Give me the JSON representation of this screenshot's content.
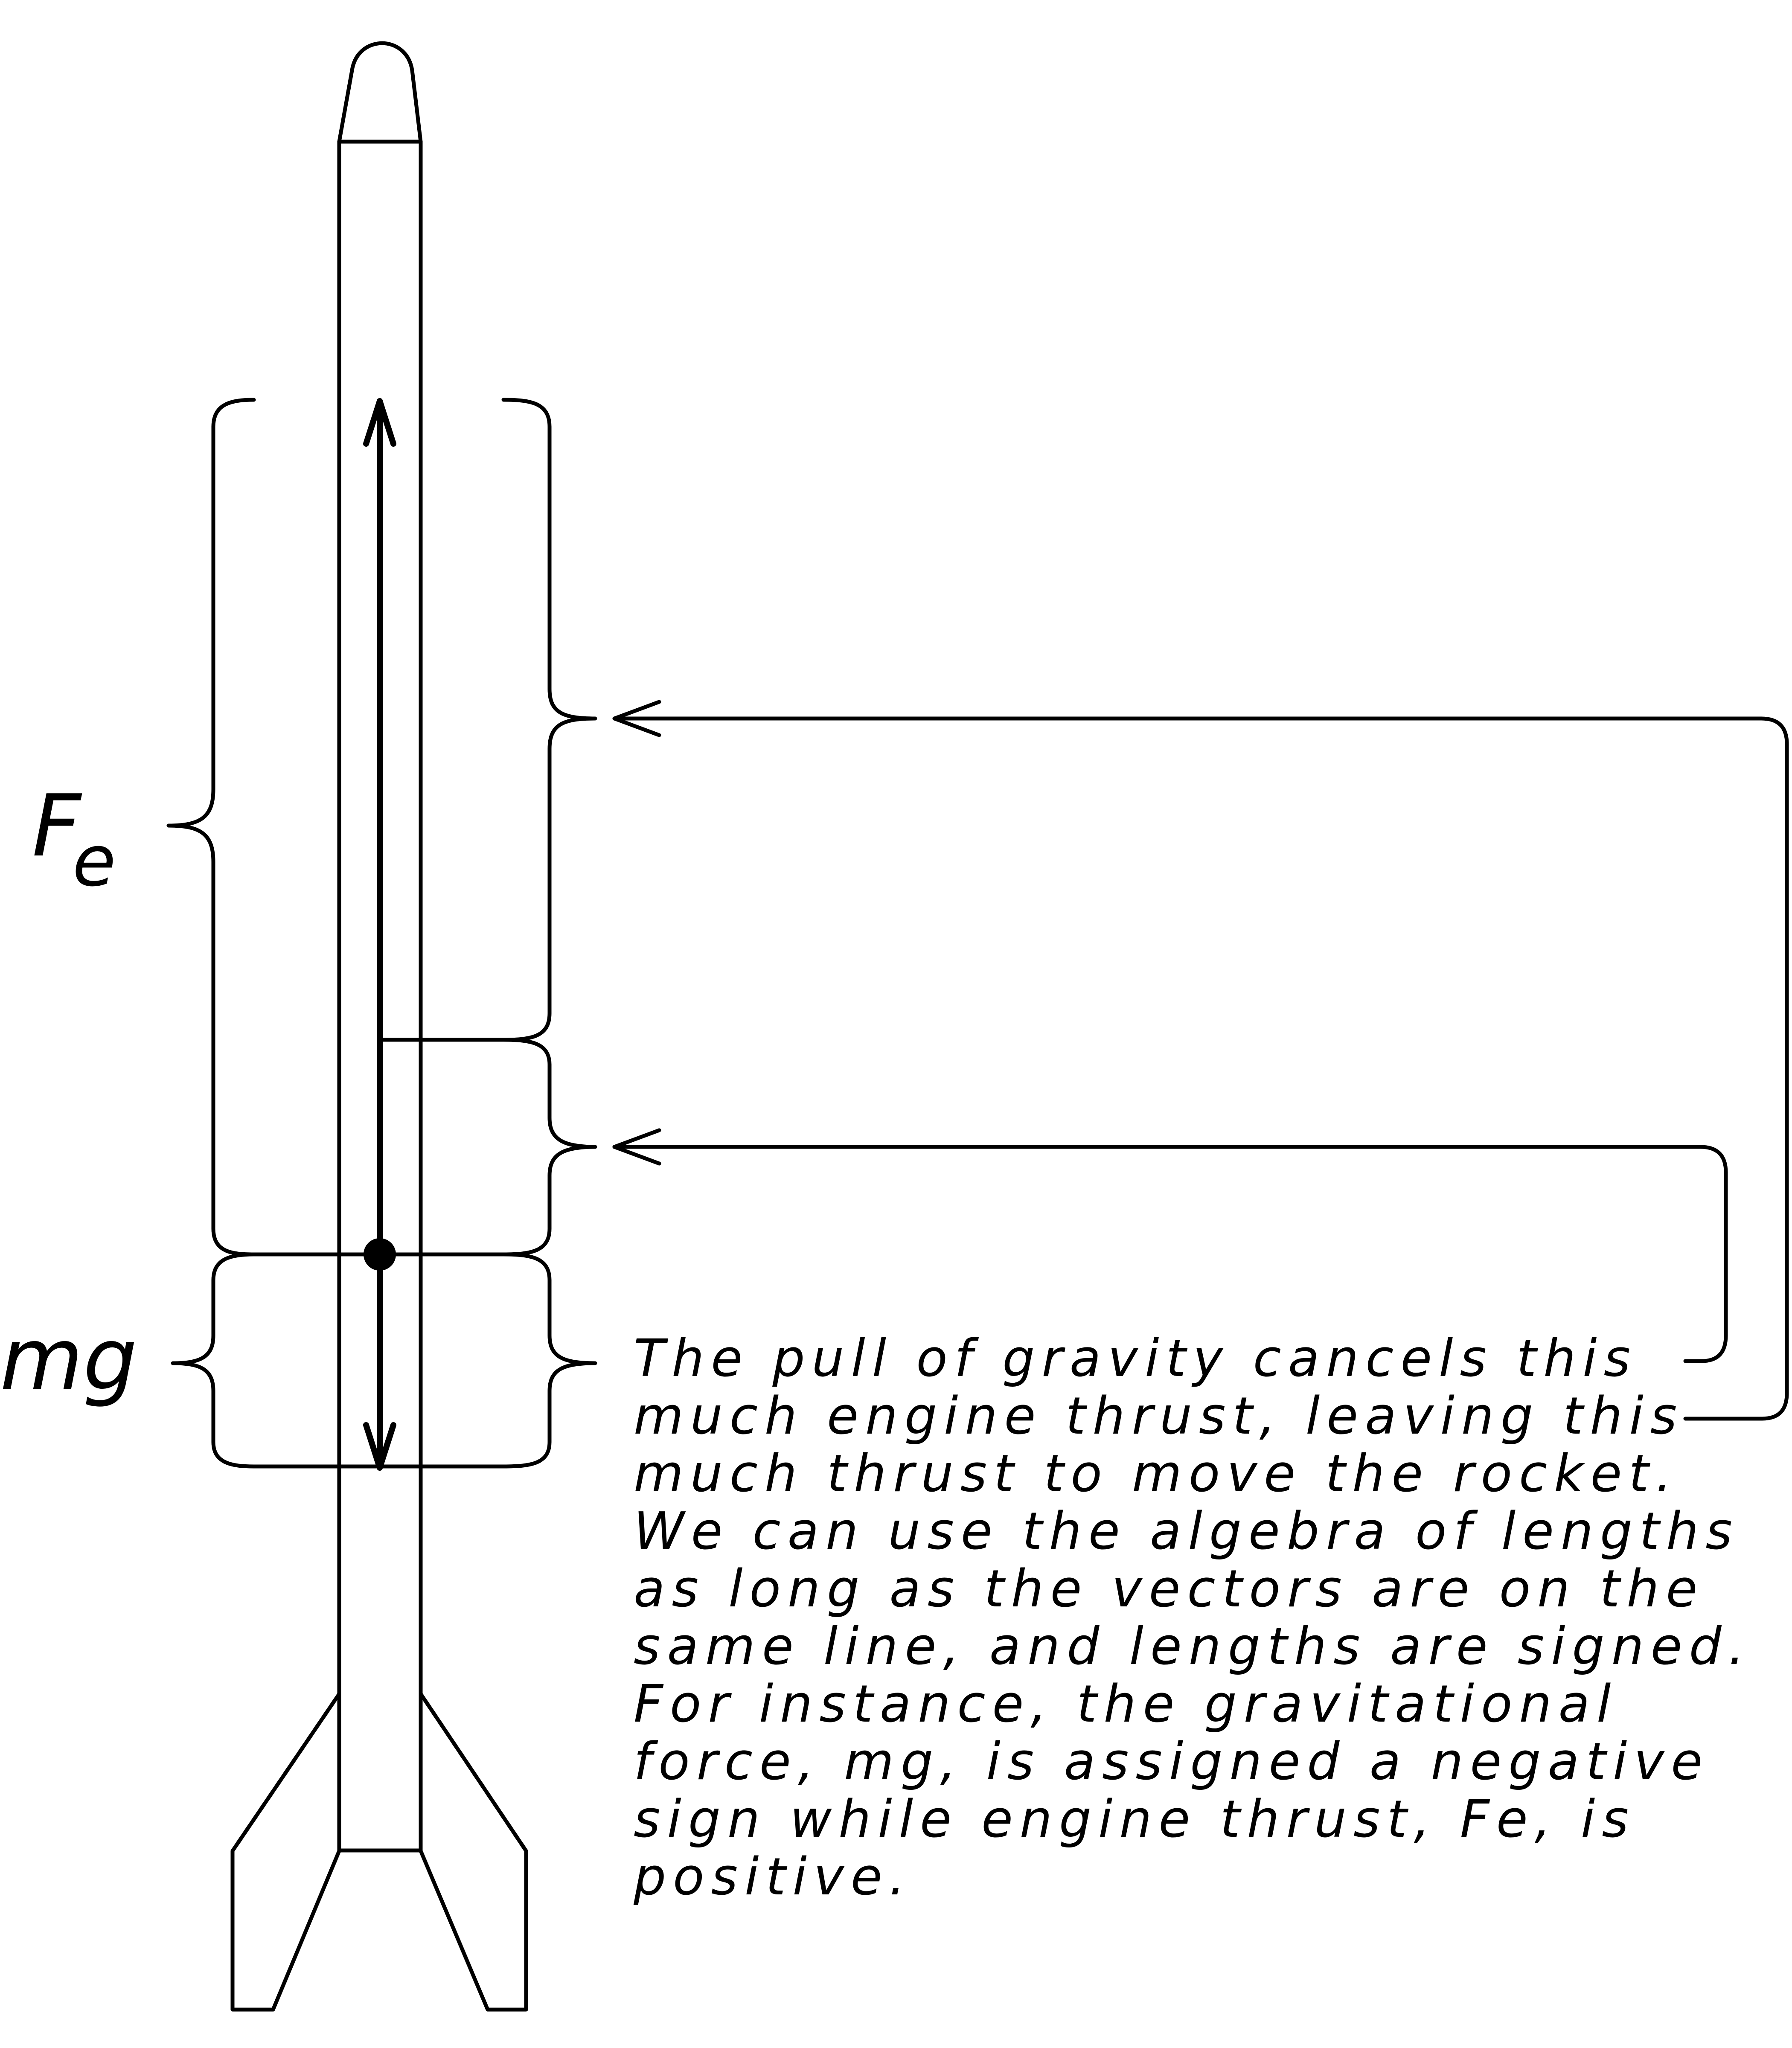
{
  "labels": {
    "engine_force_main": "F",
    "engine_force_sub": "e",
    "gravity_force": "mg"
  },
  "explanation": {
    "lines": [
      "The pull of gravity cancels this",
      "much engine thrust, leaving this",
      "much thrust to move the rocket.",
      "We can use the algebra of lengths",
      "as long as the vectors are on the",
      "same line, and lengths are signed.",
      "For instance, the gravitational",
      "force, mg, is assigned a negative",
      "sign while engine thrust, Fe, is",
      "positive."
    ]
  },
  "colors": {
    "ink": "#000000",
    "background": "#ffffff"
  }
}
